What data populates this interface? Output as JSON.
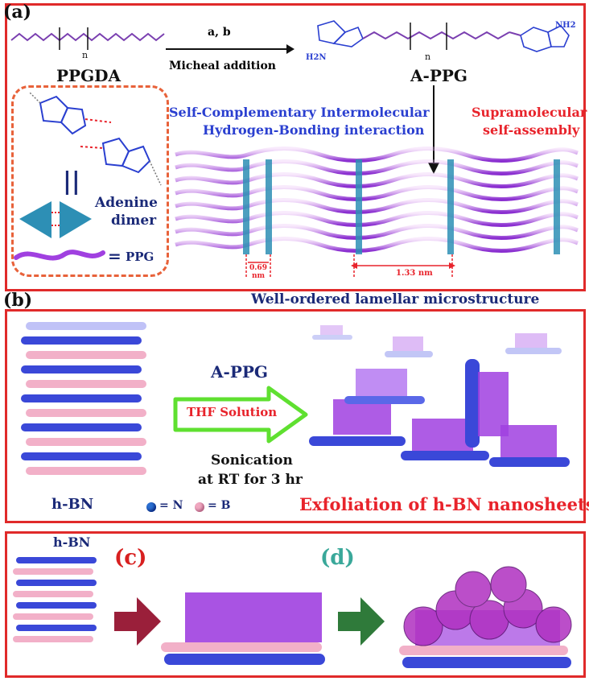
{
  "panel_a": {
    "label": "(a)",
    "reagents": "a, b",
    "reaction_name": "Micheal addition",
    "reactant_name": "PPGDA",
    "product_name": "A-PPG",
    "subscript_n": "n",
    "amine_label": "NH2",
    "amine_label_left": "H2N",
    "interaction_title_line1": "Self-Complementary Intermolecular",
    "interaction_title_line2": "Hydrogen-Bonding interaction",
    "assembly_title_line1": "Supramolecular",
    "assembly_title_line2": "self-assembly",
    "dimer_label_line1": "Adenine",
    "dimer_label_line2": "dimer",
    "ppg_legend": "PPG",
    "spacing_small": "0.69 nm",
    "spacing_large": "1.33 nm",
    "microstructure_caption": "Well-ordered lamellar microstructure"
  },
  "panel_b": {
    "label": "(b)",
    "reagent": "A-PPG",
    "solvent": "THF Solution",
    "condition_line1": "Sonication",
    "condition_line2": "at RT for 3 hr",
    "material": "h-BN",
    "legend_n": "= N",
    "legend_b": "= B",
    "result": "Exfoliation of h-BN nanosheets"
  },
  "panel_cd": {
    "material": "h-BN",
    "label_c": "(c)",
    "label_d": "(d)"
  },
  "colors": {
    "frame": "#e02a2a",
    "nitrogen": "#2b3fd6",
    "boron": "#f0a8c0",
    "polymer": "#a040e0",
    "arrow_green": "#5fe030",
    "arrow_maroon": "#9a1f3a",
    "arrow_darkgreen": "#2f7a3a"
  }
}
